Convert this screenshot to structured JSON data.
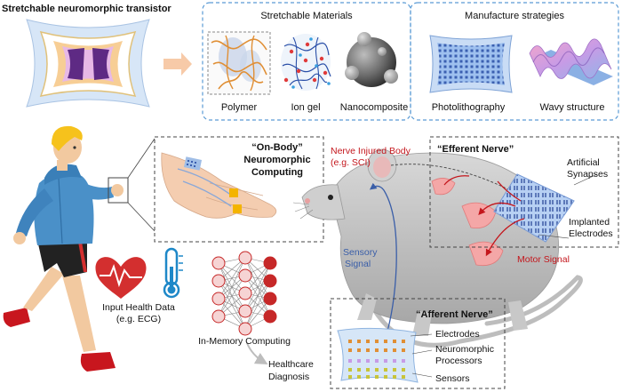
{
  "top": {
    "title": "Stretchable neuromorphic transistor",
    "materials_title": "Stretchable Materials",
    "strategies_title": "Manufacture strategies",
    "items": [
      "Polymer",
      "Ion gel",
      "Nanocomposite",
      "Photolithography",
      "Wavy structure"
    ]
  },
  "onbody": {
    "title_line1": "“On-Body”",
    "title_line2": "Neuromorphic",
    "title_line3": "Computing",
    "input_line1": "Input Health Data",
    "input_line2": "(e.g. ECG)",
    "in_memory": "In-Memory Computing",
    "healthcare_line1": "Healthcare",
    "healthcare_line2": "Diagnosis"
  },
  "nerve": {
    "injured_line1": "Nerve Injured Body",
    "injured_line2": "(e.g. SCI)",
    "efferent_title": "“Efferent Nerve”",
    "artificial_line1": "Artificial",
    "artificial_line2": "Synapses",
    "implanted_line1": "Implanted",
    "implanted_line2": "Electrodes",
    "motor_signal": "Motor Signal",
    "sensory_line1": "Sensory",
    "sensory_line2": "Signal",
    "afferent_title": "“Afferent Nerve”",
    "afferent_labels": [
      "Electrodes",
      "Neuromorphic",
      "Processors",
      "Sensors"
    ]
  },
  "colors": {
    "dashed_box": "#5b9bd5",
    "arrow_peach": "#f7caa8",
    "nerve_red": "#c4161c",
    "nerve_blue": "#3a5ea8",
    "synapse_blue": "#8fb4ea",
    "heart_red": "#d32f2f",
    "thermo_blue": "#1e88c8",
    "neuron_red": "#c62828",
    "jacket_blue": "#4a90c8"
  }
}
